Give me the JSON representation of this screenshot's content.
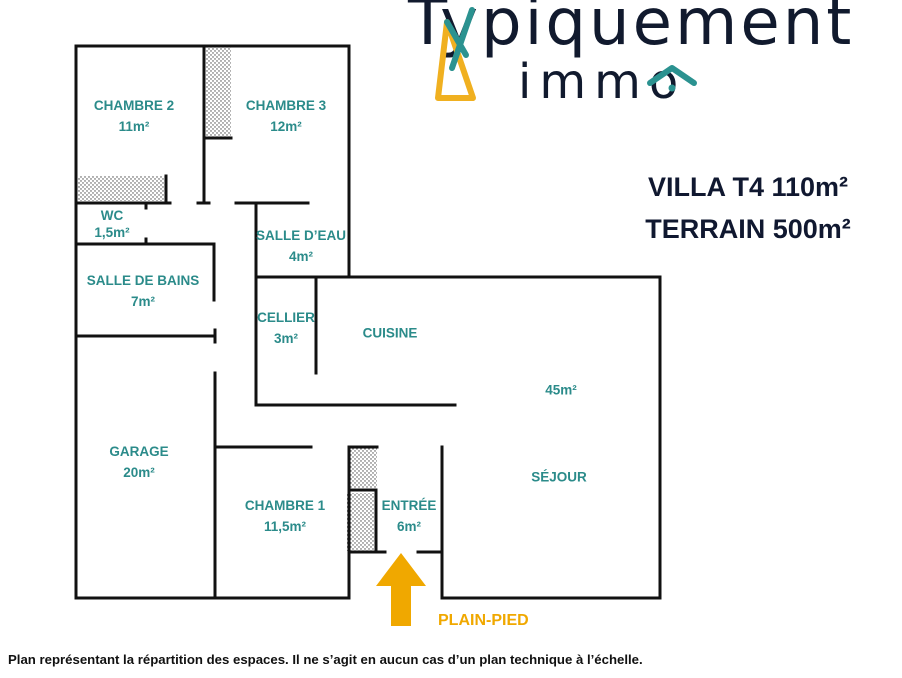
{
  "logo": {
    "line1": "Typiquement",
    "line2": "immo"
  },
  "headline": {
    "line1": "VILLA T4 110m²",
    "line2": "TERRAIN 500m²"
  },
  "rooms": {
    "chambre2": {
      "name": "CHAMBRE 2",
      "area": "11m²"
    },
    "chambre3": {
      "name": "CHAMBRE 3",
      "area": "12m²"
    },
    "wc": {
      "name": "WC",
      "area": "1,5m²"
    },
    "salle_eau": {
      "name": "SALLE D’EAU",
      "area": "4m²"
    },
    "salle_bains": {
      "name": "SALLE DE BAINS",
      "area": "7m²"
    },
    "cellier": {
      "name": "CELLIER",
      "area": "3m²"
    },
    "cuisine": {
      "name": "CUISINE"
    },
    "sejour": {
      "name": "SÉJOUR",
      "area": "45m²"
    },
    "garage": {
      "name": "GARAGE",
      "area": "20m²"
    },
    "chambre1": {
      "name": "CHAMBRE 1",
      "area": "11,5m²"
    },
    "entree": {
      "name": "ENTRÉE",
      "area": "6m²"
    }
  },
  "entrance_label": "PLAIN-PIED",
  "disclaimer": "Plan représentant la répartition des espaces. Il ne s’agit en aucun cas d’un plan technique à l’échelle.",
  "colors": {
    "room_label": "#2b8b8a",
    "arrow": "#f0a800",
    "walls": "#111111"
  }
}
